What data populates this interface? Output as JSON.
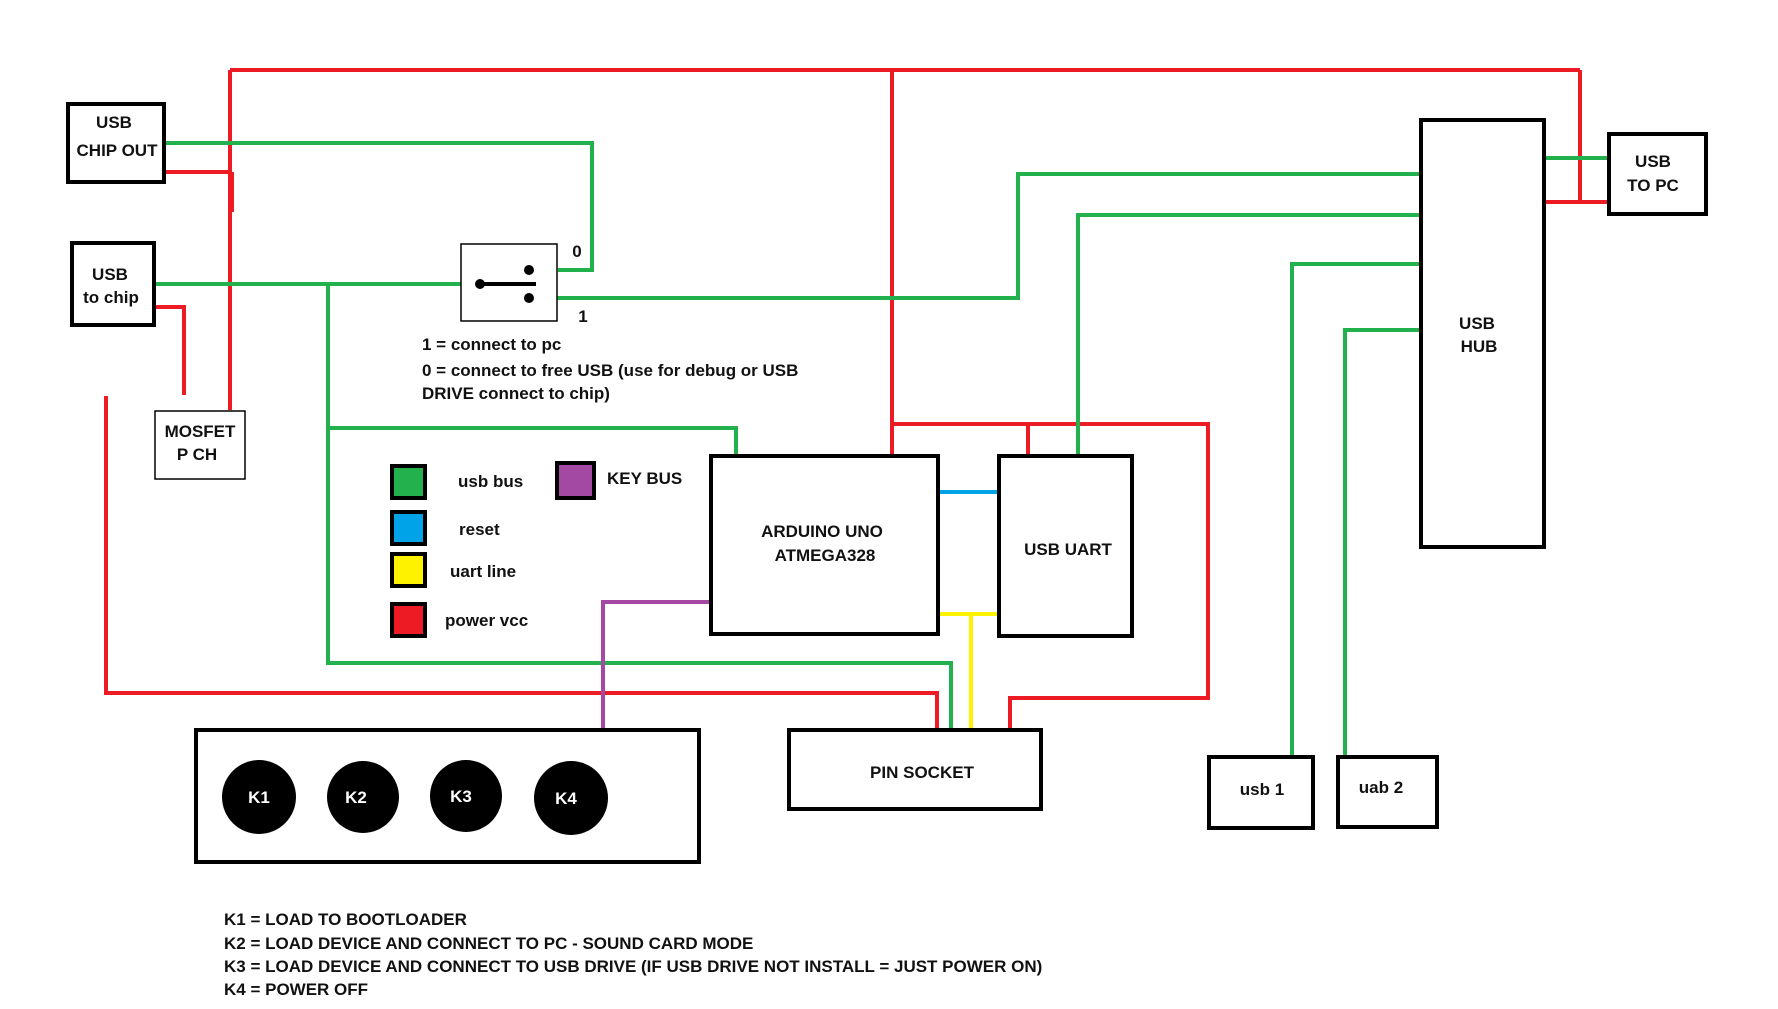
{
  "colors": {
    "usb_bus": "#22b14c",
    "reset": "#00a2e8",
    "uart_line": "#fff200",
    "power_vcc": "#ed1c24",
    "key_bus": "#a349a4",
    "outline": "#000000"
  },
  "blocks": {
    "usb_chip_out": {
      "line1": "USB",
      "line2": "CHIP OUT"
    },
    "usb_to_chip": {
      "line1": "USB",
      "line2": "to chip"
    },
    "mosfet": {
      "line1": "MOSFET",
      "line2": "P CH"
    },
    "usb_to_pc": {
      "line1": "USB",
      "line2": "TO PC"
    },
    "usb_hub": {
      "line1": "USB",
      "line2": "HUB"
    },
    "arduino": {
      "line1": "ARDUINO UNO",
      "line2": "ATMEGA328"
    },
    "usb_uart": {
      "label": "USB UART"
    },
    "pin_socket": {
      "label": "PIN SOCKET"
    },
    "usb1": {
      "label": "usb 1"
    },
    "usb2": {
      "label": "uab 2"
    }
  },
  "switch": {
    "pos0": "0",
    "pos1": "1",
    "note1": "1 = connect to pc",
    "note2": "0 = connect to free USB (use for debug or USB",
    "note3": "DRIVE connect to chip)"
  },
  "legend": {
    "usb_bus": "usb bus",
    "reset": "reset",
    "uart_line": "uart line",
    "power_vcc": "power vcc",
    "key_bus": "KEY BUS"
  },
  "keys": [
    "K1",
    "K2",
    "K3",
    "K4"
  ],
  "key_notes": [
    "K1 = LOAD TO BOOTLOADER",
    "K2 = LOAD DEVICE AND CONNECT TO PC - SOUND CARD MODE",
    "K3 = LOAD DEVICE AND CONNECT TO USB DRIVE (IF USB DRIVE NOT INSTALL = JUST POWER ON)",
    "K4 = POWER OFF"
  ]
}
